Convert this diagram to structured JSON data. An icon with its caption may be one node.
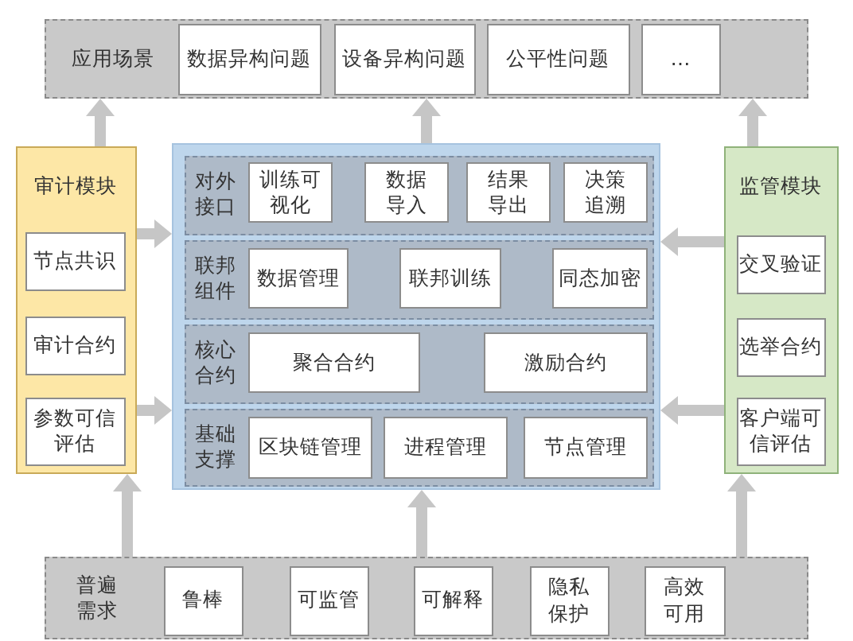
{
  "diagram": {
    "nodes": [
      {
        "text": [
          "应用场景"
        ]
      },
      {
        "text": [
          "数据异构问题"
        ],
        "in": 0
      },
      {
        "text": [
          "设备异构问题"
        ],
        "in": 0
      },
      {
        "text": [
          "公平性问题"
        ],
        "in": 0
      },
      {
        "text": [
          "…"
        ],
        "in": 0
      },
      {
        "text": [
          "审计模块"
        ]
      },
      {
        "text": [
          "节点共识"
        ],
        "in": 5
      },
      {
        "text": [
          "审计合约"
        ],
        "in": 5
      },
      {
        "text": [
          "参数可信评估"
        ],
        "in": 5
      },
      {
        "text": [],
        "shape": "box"
      },
      {
        "text": [
          "对外接口"
        ],
        "in": 9
      },
      {
        "text": [
          "训练可视化"
        ],
        "in": 10
      },
      {
        "text": [
          "数据导入"
        ],
        "in": 10
      },
      {
        "text": [
          "结果导出"
        ],
        "in": 10
      },
      {
        "text": [
          "决策追溯"
        ],
        "in": 10
      },
      {
        "text": [
          "联邦组件"
        ],
        "in": 9
      },
      {
        "text": [
          "数据管理"
        ],
        "in": 15
      },
      {
        "text": [
          "联邦训练"
        ],
        "in": 15
      },
      {
        "text": [
          "同态加密"
        ],
        "in": 15
      },
      {
        "text": [
          "核心合约"
        ],
        "in": 9
      },
      {
        "text": [
          "聚合合约"
        ],
        "in": 19
      },
      {
        "text": [
          "激励合约"
        ],
        "in": 19
      },
      {
        "text": [
          "基础支撑"
        ],
        "in": 9
      },
      {
        "text": [
          "区块链管理"
        ],
        "in": 22
      },
      {
        "text": [
          "进程管理"
        ],
        "in": 22
      },
      {
        "text": [
          "节点管理"
        ],
        "in": 22
      },
      {
        "text": [
          "监管模块"
        ]
      },
      {
        "text": [
          "交叉验证"
        ],
        "in": 26
      },
      {
        "text": [
          "选举合约"
        ],
        "in": 26
      },
      {
        "text": [
          "客户端可信评估"
        ],
        "in": 26
      },
      {
        "text": [
          "普遍需求"
        ]
      },
      {
        "text": [
          "鲁棒"
        ],
        "in": 30
      },
      {
        "text": [
          "可监管"
        ],
        "in": 30
      },
      {
        "text": [
          "可解释"
        ],
        "in": 30
      },
      {
        "text": [
          "隐私保护"
        ],
        "in": 30
      },
      {
        "text": [
          "高效可用"
        ],
        "in": 30
      }
    ],
    "edges": [
      {
        "from": 5,
        "to": 0,
        "arrow": "to"
      },
      {
        "from": 9,
        "to": 0,
        "arrow": "to"
      },
      {
        "from": 26,
        "to": 0,
        "arrow": "to"
      },
      {
        "from": 5,
        "to": 9,
        "arrow": "to"
      },
      {
        "from": 5,
        "to": 9,
        "arrow": "to"
      },
      {
        "from": 26,
        "to": 9,
        "arrow": "to"
      },
      {
        "from": 26,
        "to": 9,
        "arrow": "to"
      },
      {
        "from": 30,
        "to": 5,
        "arrow": "to"
      },
      {
        "from": 30,
        "to": 9,
        "arrow": "to"
      },
      {
        "from": 30,
        "to": 26,
        "arrow": "to"
      }
    ]
  }
}
